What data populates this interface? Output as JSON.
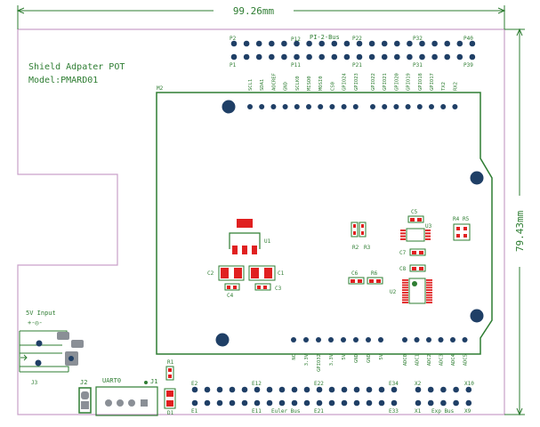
{
  "dimensions": {
    "width_label": "99.26mm",
    "height_label": "79.43mm"
  },
  "board": {
    "title": "Shield Adpater POT",
    "model": "Model:PMARD01",
    "module_label": "M2"
  },
  "pi_header": {
    "bus_label": "PI-2-Bus",
    "top_labels": [
      "P2",
      "P12",
      "P22",
      "P32",
      "P40"
    ],
    "bottom_labels": [
      "P1",
      "P11",
      "P21",
      "P31",
      "P39"
    ]
  },
  "arduino_top_pins": [
    "SCL1",
    "SDA1",
    "AOCREF",
    "GND",
    "SCLK0",
    "MISO0",
    "MOSI0",
    "CS0",
    "GPIO24",
    "GPIO23",
    "GPIO22",
    "GPIO21",
    "GPIO20",
    "GPIO19",
    "GPIO18",
    "GPIO17",
    "TX2",
    "RX2"
  ],
  "arduino_power_pins": [
    "NC",
    "3.3V",
    "GPIO32",
    "3.3V",
    "5V",
    "GND",
    "GND",
    "5V"
  ],
  "arduino_adc_pins": [
    "ADC0",
    "ADC1",
    "ADC2",
    "ADC3",
    "ADC4",
    "ADC5"
  ],
  "euler_bus": {
    "label": "Euler Bus",
    "top_labels": [
      "E2",
      "E12",
      "E22",
      "E34"
    ],
    "bottom_labels": [
      "E1",
      "E11",
      "E21",
      "E33"
    ]
  },
  "exp_bus": {
    "label": "Exp Bus",
    "top_labels": [
      "X2",
      "X10"
    ],
    "bottom_labels": [
      "X1",
      "X9"
    ]
  },
  "power_input": {
    "label": "5V Input",
    "polarity": "+-◎-",
    "connector": "J3"
  },
  "connectors": {
    "j2": "J2",
    "j1": "J1",
    "uart": "UART0"
  },
  "components": {
    "R1": "R1",
    "D1": "D1",
    "U1": "U1",
    "U2": "U2",
    "U3": "U3",
    "C1": "C1",
    "C2": "C2",
    "C3": "C3",
    "C4": "C4",
    "C5": "C5",
    "C6": "C6",
    "C7": "C7",
    "C8": "C8",
    "R2": "R2",
    "R3": "R3",
    "R4": "R4",
    "R5": "R5",
    "R6": "R6"
  },
  "colors": {
    "outline": "#c9a0c9",
    "silk": "#2e7d32",
    "pad": "#e02020",
    "hole": "#1f3f66",
    "pad_grey": "#8a8f96"
  }
}
